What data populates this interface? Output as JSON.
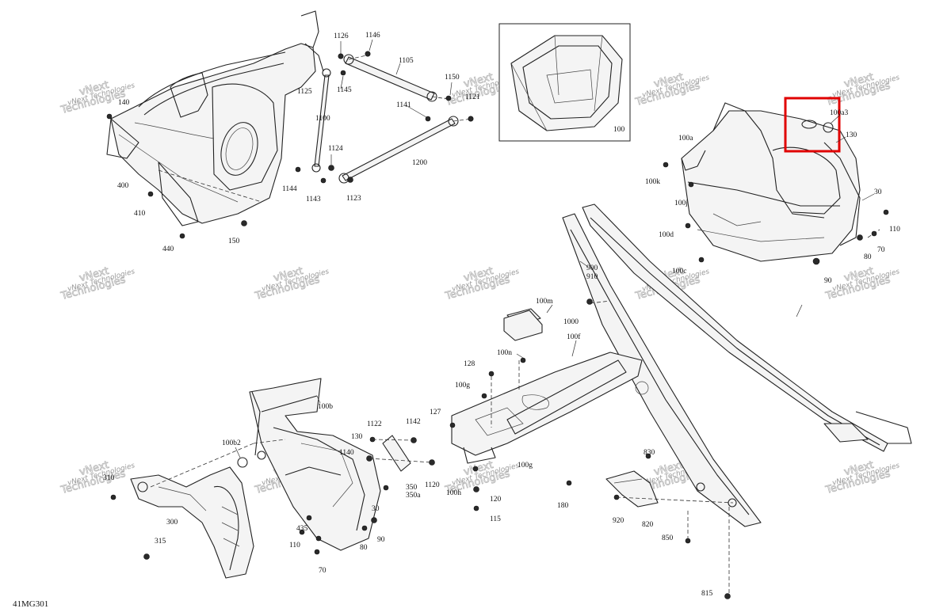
{
  "diagram": {
    "reference_code": "41MG301",
    "highlight_color": "#e00000",
    "watermark": {
      "line1": "vNext",
      "line2": "Technologies",
      "line3": "vNext Technologies"
    },
    "labels": [
      {
        "id": "l1126",
        "text": "1126"
      },
      {
        "id": "l1146",
        "text": "1146"
      },
      {
        "id": "l1105",
        "text": "1105"
      },
      {
        "id": "l1150",
        "text": "1150"
      },
      {
        "id": "l1125",
        "text": "1125"
      },
      {
        "id": "l1145",
        "text": "1145"
      },
      {
        "id": "l1141",
        "text": "1141"
      },
      {
        "id": "l1121",
        "text": "1121"
      },
      {
        "id": "l1100",
        "text": "1100"
      },
      {
        "id": "l1124",
        "text": "1124"
      },
      {
        "id": "l1200",
        "text": "1200"
      },
      {
        "id": "l1144",
        "text": "1144"
      },
      {
        "id": "l1143",
        "text": "1143"
      },
      {
        "id": "l1123",
        "text": "1123"
      },
      {
        "id": "l140",
        "text": "140"
      },
      {
        "id": "l400",
        "text": "400"
      },
      {
        "id": "l410",
        "text": "410"
      },
      {
        "id": "l150",
        "text": "150"
      },
      {
        "id": "l440",
        "text": "440"
      },
      {
        "id": "l100",
        "text": "100"
      },
      {
        "id": "l100a3",
        "text": "100a3"
      },
      {
        "id": "l130a",
        "text": "130"
      },
      {
        "id": "l100a",
        "text": "100a"
      },
      {
        "id": "l100k",
        "text": "100k"
      },
      {
        "id": "l100j",
        "text": "100j"
      },
      {
        "id": "l100d",
        "text": "100d"
      },
      {
        "id": "l100c",
        "text": "100c"
      },
      {
        "id": "l30a",
        "text": "30"
      },
      {
        "id": "l110a",
        "text": "110"
      },
      {
        "id": "l70a",
        "text": "70"
      },
      {
        "id": "l80a",
        "text": "80"
      },
      {
        "id": "l90a",
        "text": "90"
      },
      {
        "id": "l900",
        "text": "900"
      },
      {
        "id": "l910",
        "text": "910"
      },
      {
        "id": "l100m",
        "text": "100m"
      },
      {
        "id": "l1000",
        "text": "1000"
      },
      {
        "id": "l100n",
        "text": "100n"
      },
      {
        "id": "l100f",
        "text": "100f"
      },
      {
        "id": "l128",
        "text": "128"
      },
      {
        "id": "l100g1",
        "text": "100g"
      },
      {
        "id": "l127",
        "text": "127"
      },
      {
        "id": "l100g2",
        "text": "100g"
      },
      {
        "id": "l100h",
        "text": "100h"
      },
      {
        "id": "l120",
        "text": "120"
      },
      {
        "id": "l115",
        "text": "115"
      },
      {
        "id": "l180",
        "text": "180"
      },
      {
        "id": "l830",
        "text": "830"
      },
      {
        "id": "l920",
        "text": "920"
      },
      {
        "id": "l820",
        "text": "820"
      },
      {
        "id": "l850",
        "text": "850"
      },
      {
        "id": "l815",
        "text": "815"
      },
      {
        "id": "l100b",
        "text": "100b"
      },
      {
        "id": "l100b2",
        "text": "100b2"
      },
      {
        "id": "l1122",
        "text": "1122"
      },
      {
        "id": "l1142",
        "text": "1142"
      },
      {
        "id": "l130b",
        "text": "130"
      },
      {
        "id": "l1140",
        "text": "1140"
      },
      {
        "id": "l350",
        "text": "350"
      },
      {
        "id": "l350a",
        "text": "350a"
      },
      {
        "id": "l1120",
        "text": "1120"
      },
      {
        "id": "l30b",
        "text": "30"
      },
      {
        "id": "l310",
        "text": "310"
      },
      {
        "id": "l300",
        "text": "300"
      },
      {
        "id": "l315",
        "text": "315"
      },
      {
        "id": "l435",
        "text": "435"
      },
      {
        "id": "l110b",
        "text": "110"
      },
      {
        "id": "l80b",
        "text": "80"
      },
      {
        "id": "l90b",
        "text": "90"
      },
      {
        "id": "l70b",
        "text": "70"
      }
    ]
  }
}
